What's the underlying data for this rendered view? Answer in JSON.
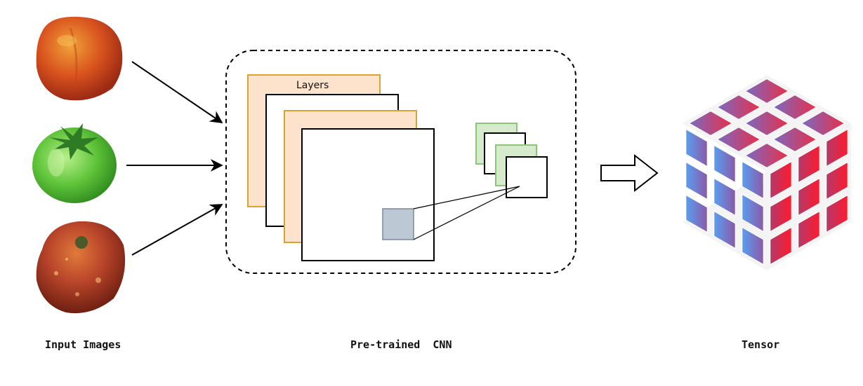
{
  "diagram": {
    "labels": {
      "input_images": "Input Images",
      "pretrained_cnn": "Pre-trained  CNN",
      "tensor": "Tensor",
      "layers": "Layers"
    },
    "inputs": [
      {
        "name": "ripe-red-tomato",
        "color": "#d9531e"
      },
      {
        "name": "green-tomato",
        "color": "#5fc43a"
      },
      {
        "name": "diseased-tomato",
        "color": "#b8442a"
      }
    ],
    "colors": {
      "layer_orange_fill": "#fde3cc",
      "layer_orange_stroke": "#d9a233",
      "feature_green_fill": "#d6ebcc",
      "feature_green_stroke": "#8cc47a",
      "patch_fill": "#bcc8d4",
      "cube_blue": "#5a9ef0",
      "cube_red": "#ff1a2e"
    }
  }
}
